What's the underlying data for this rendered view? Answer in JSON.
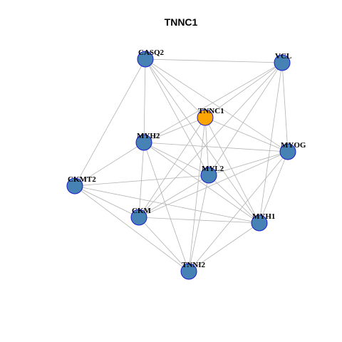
{
  "title": "TNNC1",
  "colors": {
    "node_fill": "#4682B4",
    "focus_fill": "#FFA500",
    "node_stroke": "#1A1ACC",
    "edge": "#B3B3B3"
  },
  "nodes": [
    {
      "id": "TNNC1",
      "label": "TNNC1",
      "focus": true
    },
    {
      "id": "CASQ2",
      "label": "CASQ2",
      "focus": false
    },
    {
      "id": "VCL",
      "label": "VCL",
      "focus": false
    },
    {
      "id": "MYH2",
      "label": "MYH2",
      "focus": false
    },
    {
      "id": "MYOG",
      "label": "MYOG",
      "focus": false
    },
    {
      "id": "MYL2",
      "label": "MYL2",
      "focus": false
    },
    {
      "id": "CKMT2",
      "label": "CKMT2",
      "focus": false
    },
    {
      "id": "CKM",
      "label": "CKM",
      "focus": false
    },
    {
      "id": "MYH1",
      "label": "MYH1",
      "focus": false
    },
    {
      "id": "TNNI2",
      "label": "TNNI2",
      "focus": false
    }
  ],
  "edges": [
    [
      "CASQ2",
      "VCL"
    ],
    [
      "CASQ2",
      "TNNC1"
    ],
    [
      "CASQ2",
      "MYH2"
    ],
    [
      "CASQ2",
      "MYOG"
    ],
    [
      "CASQ2",
      "MYL2"
    ],
    [
      "CASQ2",
      "CKMT2"
    ],
    [
      "CASQ2",
      "MYH1"
    ],
    [
      "VCL",
      "TNNC1"
    ],
    [
      "VCL",
      "MYH2"
    ],
    [
      "VCL",
      "MYOG"
    ],
    [
      "VCL",
      "MYL2"
    ],
    [
      "VCL",
      "CKM"
    ],
    [
      "VCL",
      "MYH1"
    ],
    [
      "TNNC1",
      "MYH2"
    ],
    [
      "TNNC1",
      "MYOG"
    ],
    [
      "TNNC1",
      "MYL2"
    ],
    [
      "TNNC1",
      "CKM"
    ],
    [
      "TNNC1",
      "MYH1"
    ],
    [
      "TNNC1",
      "TNNI2"
    ],
    [
      "MYH2",
      "MYOG"
    ],
    [
      "MYH2",
      "MYL2"
    ],
    [
      "MYH2",
      "CKM"
    ],
    [
      "MYH2",
      "MYH1"
    ],
    [
      "MYH2",
      "TNNI2"
    ],
    [
      "MYH2",
      "CKMT2"
    ],
    [
      "MYOG",
      "MYL2"
    ],
    [
      "MYOG",
      "CKM"
    ],
    [
      "MYOG",
      "MYH1"
    ],
    [
      "MYOG",
      "TNNI2"
    ],
    [
      "MYL2",
      "CKMT2"
    ],
    [
      "MYL2",
      "CKM"
    ],
    [
      "MYL2",
      "MYH1"
    ],
    [
      "MYL2",
      "TNNI2"
    ],
    [
      "CKMT2",
      "CKM"
    ],
    [
      "CKMT2",
      "MYH1"
    ],
    [
      "CKMT2",
      "TNNI2"
    ],
    [
      "CKM",
      "MYH1"
    ],
    [
      "CKM",
      "TNNI2"
    ],
    [
      "MYH1",
      "TNNI2"
    ]
  ]
}
